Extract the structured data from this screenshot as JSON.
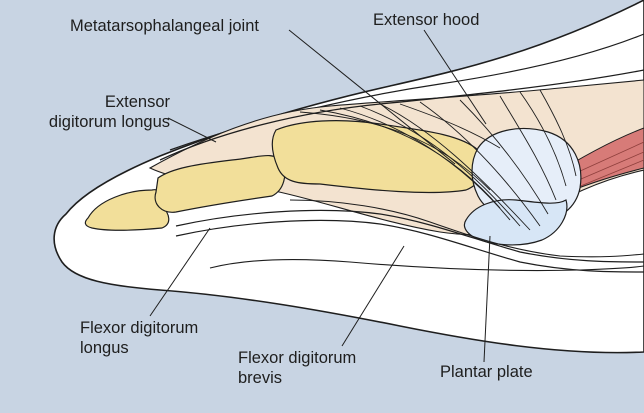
{
  "diagram": {
    "labels": {
      "mtp_joint": "Metatarsophalangeal joint",
      "extensor_hood": "Extensor hood",
      "edl_line1": "Extensor",
      "edl_line2": "digitorum longus",
      "fdl_line1": "Flexor digitorum",
      "fdl_line2": "longus",
      "fdb_line1": "Flexor digitorum",
      "fdb_line2": "brevis",
      "plantar_plate": "Plantar plate"
    },
    "colors": {
      "background": "#c8d4e3",
      "skin": "#ffffff",
      "outline": "#1e1e1e",
      "bone": "#f2df9a",
      "tendon_sheath": "#f3e3d0",
      "plantar_plate": "#d7e6f6",
      "metatarsal_head": "#e6eef9",
      "muscle": "#d77b78"
    }
  }
}
